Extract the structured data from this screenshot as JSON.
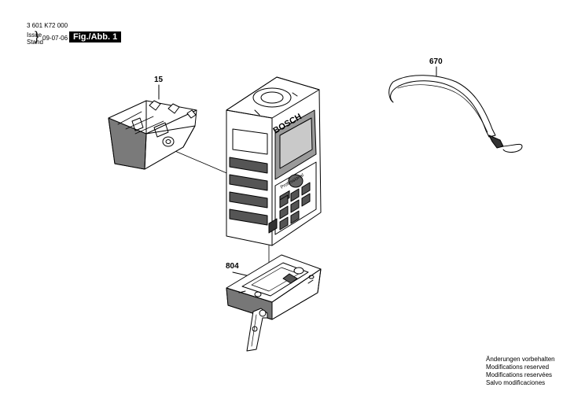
{
  "header": {
    "doc_number": "3 601 K72 000",
    "issue_label": "Issue",
    "stand_label": "Stand",
    "date": "09-07-06",
    "figure_label": "Fig./Abb. 1"
  },
  "callouts": {
    "battery_cover": "15",
    "wrist_strap": "670",
    "end_piece": "804"
  },
  "device_labels": {
    "brand": "BOSCH",
    "line": "Professional"
  },
  "notes": [
    "Änderungen vorbehalten",
    "Modifications reserved",
    "Modifications reservées",
    "Salvo modificaciones"
  ]
}
